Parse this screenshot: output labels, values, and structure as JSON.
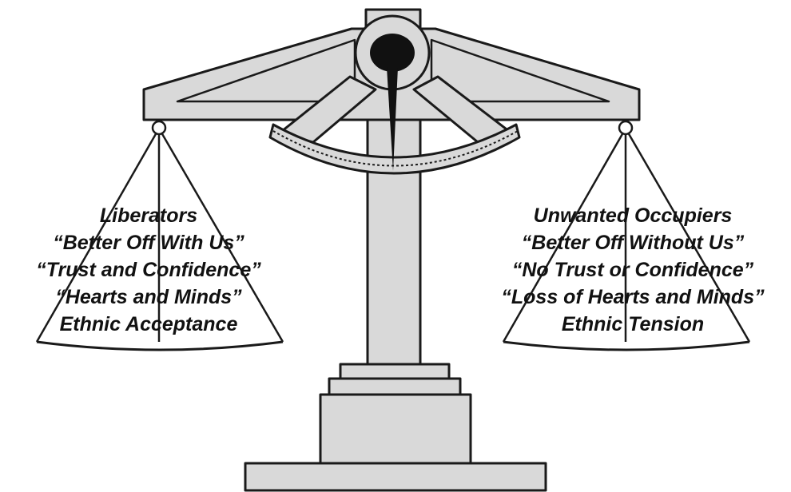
{
  "left_pan": {
    "lines": [
      "Liberators",
      "“Better Off With Us”",
      "“Trust and Confidence”",
      "“Hearts and Minds”",
      "Ethnic Acceptance"
    ]
  },
  "right_pan": {
    "lines": [
      "Unwanted Occupiers",
      "“Better Off Without Us”",
      "“No Trust or Confidence”",
      "“Loss of Hearts and Minds”",
      "Ethnic Tension"
    ]
  },
  "colors": {
    "fill": "#d9d9d9",
    "stroke": "#1a1a1a",
    "pointer": "#111111",
    "background": "#ffffff"
  }
}
